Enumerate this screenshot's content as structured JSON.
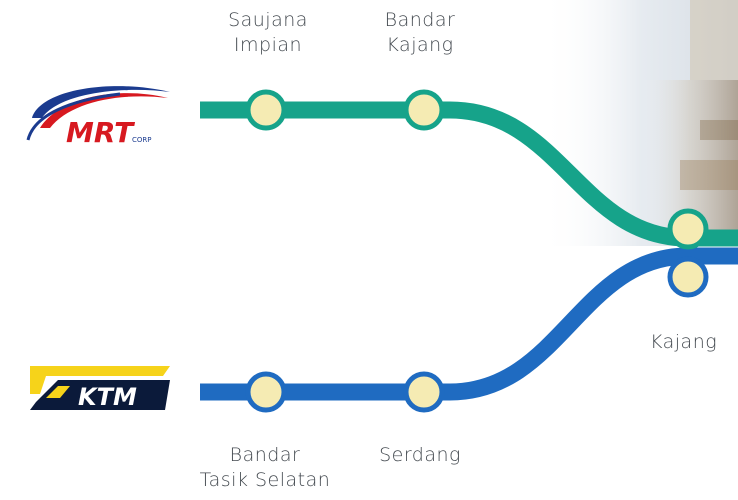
{
  "logos": {
    "mrt": {
      "text": "MRT",
      "subtext": "CORP",
      "colors": {
        "red": "#d71920",
        "blue": "#1b3b8f"
      }
    },
    "ktm": {
      "text": "KTM",
      "colors": {
        "yellow": "#f6d31a",
        "blue": "#1a3e8c",
        "dark": "#0b1a3a"
      }
    }
  },
  "lines": {
    "mrt": {
      "color": "#16a38a"
    },
    "ktm": {
      "color": "#1f6bc1"
    }
  },
  "station_style": {
    "fill": "#f5ebb3"
  },
  "stations": {
    "saujana_impian": "Saujana\nImpian",
    "bandar_kajang": "Bandar\nKajang",
    "kajang": "Kajang",
    "bandar_tasik_selatan": "Bandar\nTasik Selatan",
    "serdang": "Serdang"
  }
}
